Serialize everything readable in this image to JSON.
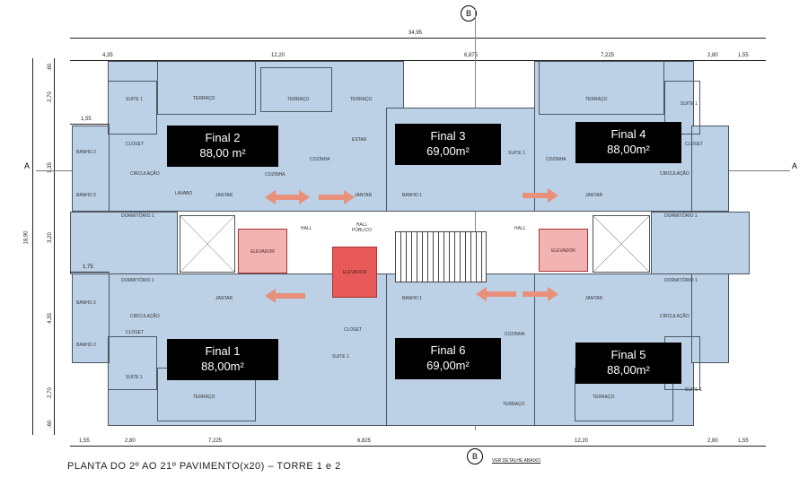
{
  "caption": "PLANTA DO 2º AO 21º PAVIMENTO(x20) – TORRE 1 e 2",
  "dimensions": {
    "top_total": "34,95",
    "top": [
      "4,35",
      "12,20",
      "6,875",
      "7,225",
      "2,80",
      "1,55"
    ],
    "bottom": [
      "1,55",
      "2,80",
      "7,225",
      "6,825",
      "12,20",
      "2,80",
      "1,55"
    ],
    "left_total": "18,90",
    "left": [
      ".60",
      "2,70",
      "1,35",
      "3,20",
      "4,35",
      "2,70",
      ".60"
    ],
    "left_wing_top": "1,55",
    "left_wing_bottom": "1,75"
  },
  "section_markers": {
    "a": "A",
    "b": "B",
    "note": "VER DETALHE ABAIXO"
  },
  "units": [
    {
      "name": "Final 2",
      "area": "88,00 m²"
    },
    {
      "name": "Final 3",
      "area": "69,00m²"
    },
    {
      "name": "Final 4",
      "area": "88,00m²"
    },
    {
      "name": "Final 1",
      "area": "88,00m²"
    },
    {
      "name": "Final 6",
      "area": "69,00m²"
    },
    {
      "name": "Final 5",
      "area": "88,00m²"
    }
  ],
  "rooms": {
    "suite": "SUITE 1",
    "closet": "CLOSET",
    "terraco": "TERRAÇO",
    "cozinha": "COZINHA",
    "jantar": "JANTAR",
    "estar": "ESTAR",
    "circulacao": "CIRCULAÇÃO",
    "banho1": "BANHO 1",
    "banho2": "BANHO 2",
    "dormitorio": "DORMITÓRIO 1",
    "hall": "HALL",
    "hall_publico": "HALL PÚBLICO",
    "elevador": "ELEVADOR",
    "lavabo": "LAVABO"
  },
  "colors": {
    "unit_fill": "#bcd0e6",
    "elevator_light": "#f2b3b3",
    "elevator_main": "#e85a5a",
    "arrow": "#e8907a"
  }
}
